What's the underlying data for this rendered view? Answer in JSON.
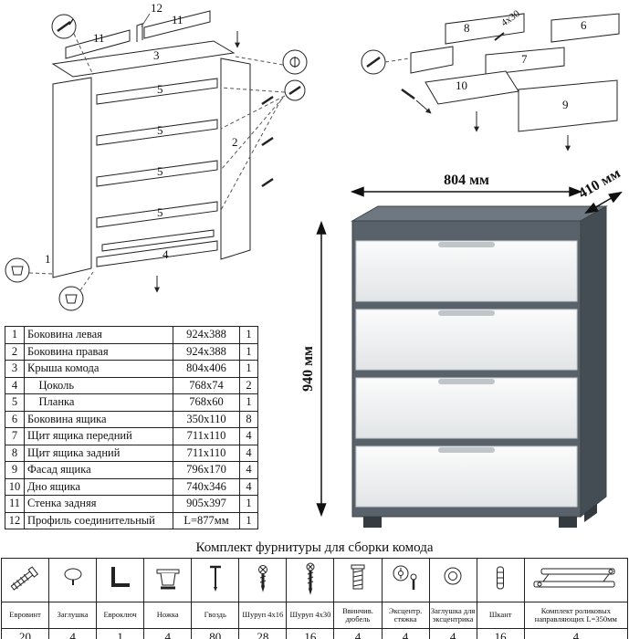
{
  "product": {
    "dim_width": "804 мм",
    "dim_depth": "410 мм",
    "dim_height": "940 мм"
  },
  "frame_diagram": {
    "n1": "1",
    "n2": "2",
    "n3": "3",
    "n4": "4",
    "n5": "5",
    "n11": "11",
    "n12": "12"
  },
  "drawer_diagram": {
    "n6": "6",
    "n7": "7",
    "n8": "8",
    "n9": "9",
    "n10": "10",
    "screw_label": "4x30"
  },
  "parts_table": {
    "rows": [
      {
        "num": "1",
        "name": "Боковина левая",
        "size": "924x388",
        "qty": "1"
      },
      {
        "num": "2",
        "name": "Боковина правая",
        "size": "924x388",
        "qty": "1"
      },
      {
        "num": "3",
        "name": "Крыша комода",
        "size": "804x406",
        "qty": "1"
      },
      {
        "num": "4",
        "name": "    Цоколь",
        "size": "768x74",
        "qty": "2"
      },
      {
        "num": "5",
        "name": "    Планка",
        "size": "768x60",
        "qty": "1"
      },
      {
        "num": "6",
        "name": "Боковина ящика",
        "size": "350x110",
        "qty": "8"
      },
      {
        "num": "7",
        "name": "Щит ящика передний",
        "size": "711x110",
        "qty": "4"
      },
      {
        "num": "8",
        "name": "Щит ящика задний",
        "size": "711x110",
        "qty": "4"
      },
      {
        "num": "9",
        "name": "Фасад ящика",
        "size": "796x170",
        "qty": "4"
      },
      {
        "num": "10",
        "name": "Дно ящика",
        "size": "740x346",
        "qty": "4"
      },
      {
        "num": "11",
        "name": "Стенка задняя",
        "size": "905x397",
        "qty": "1"
      },
      {
        "num": "12",
        "name": "Профиль соединительный",
        "size": "L=877мм",
        "qty": "1"
      }
    ]
  },
  "hardware": {
    "title": "Комплект фурнитуры для сборки комода",
    "items": [
      {
        "name": "Евровинт",
        "qty": "20"
      },
      {
        "name": "Заглушка",
        "qty": "4"
      },
      {
        "name": "Евроключ",
        "qty": "1"
      },
      {
        "name": "Ножка",
        "qty": "4"
      },
      {
        "name": "Гвоздь",
        "qty": "80"
      },
      {
        "name": "Шуруп 4x16",
        "qty": "28"
      },
      {
        "name": "Шуруп 4x30",
        "qty": "16"
      },
      {
        "name": "Ввинчив. дюбель",
        "qty": "4"
      },
      {
        "name": "Эксцентр. стяжка",
        "qty": "4"
      },
      {
        "name": "Заглушка для эксцентрика",
        "qty": "4"
      },
      {
        "name": "Шкант",
        "qty": "16"
      },
      {
        "name": "Комплект роликовых направляющих L=350мм",
        "qty": "4"
      }
    ]
  },
  "colors": {
    "body_gray": "#59626a",
    "side_gray": "#454d54",
    "top_gray": "#6e7880",
    "drawer_white": "#f7f7f7"
  }
}
